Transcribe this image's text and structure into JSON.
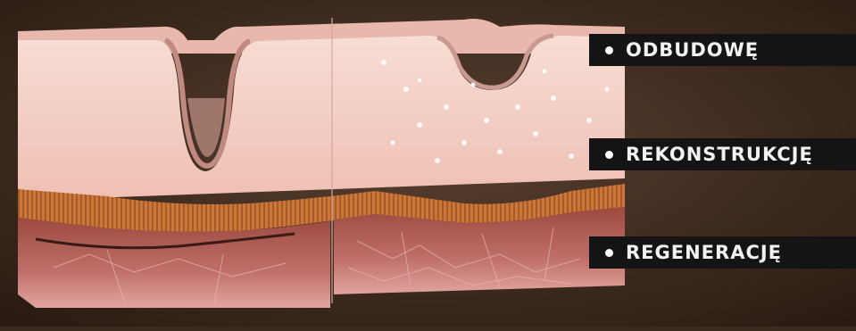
{
  "labels": [
    {
      "text": "ODBUDOWĘ"
    },
    {
      "text": "REKONSTRUKCJĘ"
    },
    {
      "text": "REGENERACJĘ"
    }
  ],
  "colors": {
    "background": "#3a2a20",
    "label_bg": "#141414",
    "label_text": "#f2f2f2",
    "epidermis": "#f3cbc0",
    "dermis_band": "#c8783a",
    "deep_layer": "#8a3a33"
  },
  "icons": [
    "bullet-dot-icon"
  ]
}
